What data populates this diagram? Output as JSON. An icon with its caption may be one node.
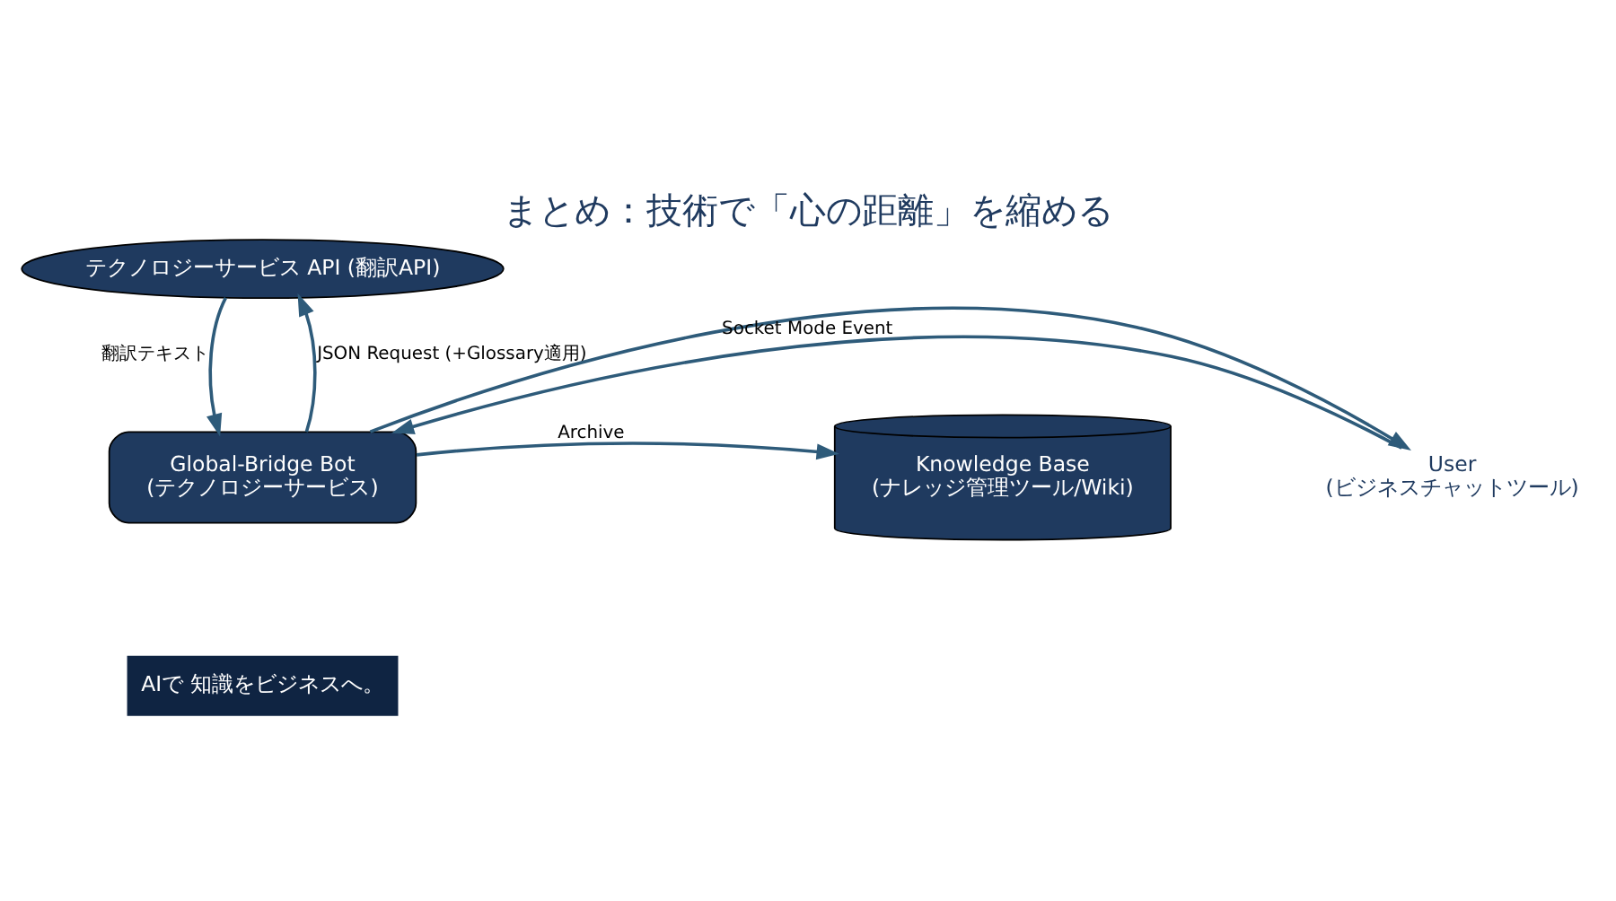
{
  "diagram": {
    "title": "まとめ：技術で「心の距離」を縮める",
    "nodes": [
      {
        "text": [
          "テクノロジーサービス API (翻訳API)"
        ]
      },
      {
        "text": [
          "Global-Bridge Bot",
          "(テクノロジーサービス)"
        ]
      },
      {
        "text": [
          "User",
          "(ビジネスチャットツール)"
        ]
      },
      {
        "text": [
          "Knowledge Base",
          "(ナレッジ管理ツール/Wiki)"
        ]
      }
    ],
    "edges": [
      {
        "from": 1,
        "to": 0,
        "arrow": "to",
        "label": "JSON Request (+Glossary適用)"
      },
      {
        "from": 0,
        "to": 1,
        "arrow": "to",
        "label": "翻訳テキスト"
      },
      {
        "from": 2,
        "to": 1,
        "arrow": "to",
        "label": "Socket Mode Event"
      },
      {
        "from": 1,
        "to": 2,
        "arrow": "to"
      },
      {
        "from": 1,
        "to": 3,
        "arrow": "to",
        "label": "Archive"
      }
    ],
    "labels": [
      "AIで 知識をビジネスへ。"
    ]
  }
}
